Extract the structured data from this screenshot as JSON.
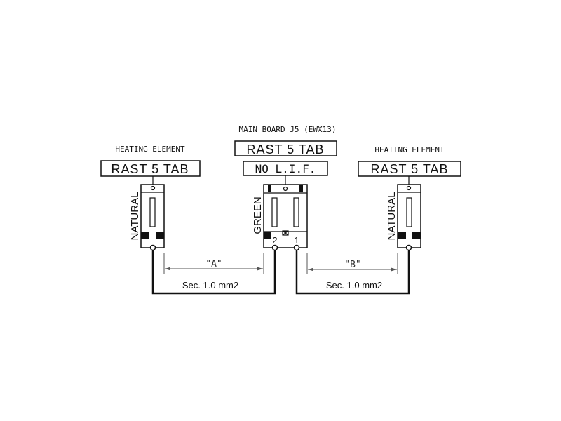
{
  "main_board": {
    "title": "MAIN BOARD J5 (EWX13)",
    "connector": "RAST 5 TAB",
    "coding": "NO L.I.F.",
    "color": "GREEN",
    "pin_2": "2",
    "pin_1": "1"
  },
  "left_element": {
    "title": "HEATING ELEMENT",
    "connector": "RAST 5 TAB",
    "color": "NATURAL"
  },
  "right_element": {
    "title": "HEATING ELEMENT",
    "connector": "RAST 5 TAB",
    "color": "NATURAL"
  },
  "dimension_a": "\"A\"",
  "dimension_b": "\"B\"",
  "wire_left": "Sec. 1.0 mm2",
  "wire_right": "Sec. 1.0 mm2"
}
